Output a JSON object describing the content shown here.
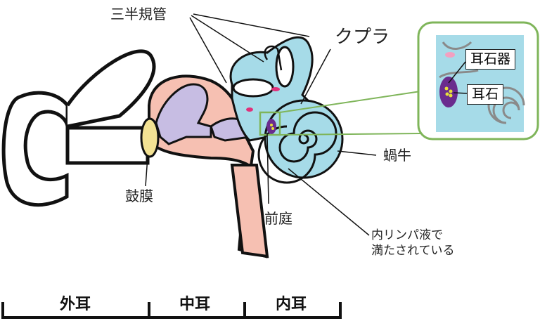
{
  "labels": {
    "semicircular_canals": "三半規管",
    "cupula": "クプラ",
    "otolith_organ": "耳石器",
    "otolith": "耳石",
    "cochlea": "蝸牛",
    "eardrum": "鼓膜",
    "vestibule": "前庭",
    "lymph_note_line1": "内リンパ液で",
    "lymph_note_line2": "満たされている"
  },
  "sections": [
    "外耳",
    "中耳",
    "内耳"
  ],
  "colors": {
    "inner_ear": "#a6dbe8",
    "middle_ear": "#f6c0b2",
    "ossicles": "#c7bde3",
    "eardrum": "#f3e293",
    "otolith_organ": "#6a2c8e",
    "otolith_dots": "#e8e23a",
    "cupula": "#e0307a",
    "inset_border": "#7fb55a",
    "spiral": "#8a8a8a"
  }
}
